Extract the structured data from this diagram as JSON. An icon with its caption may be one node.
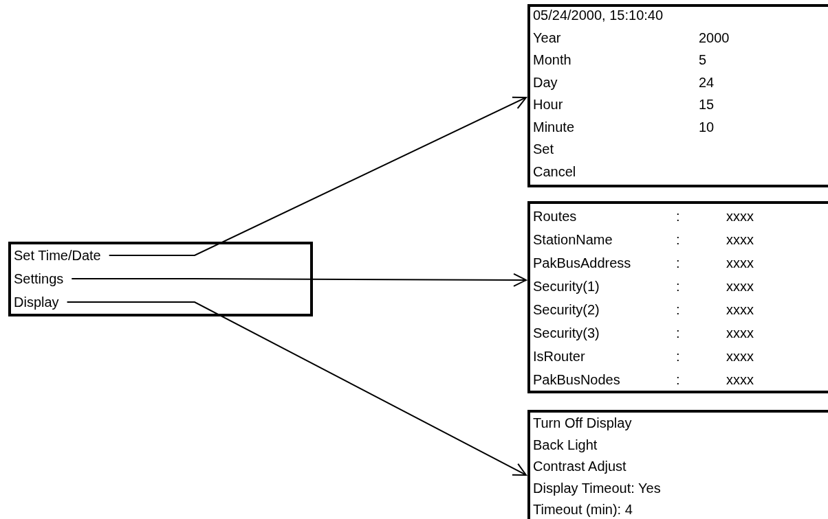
{
  "diagram": {
    "nodes": [
      {
        "text": [],
        "shape": "box"
      },
      {
        "text": [
          "Set Time/Date"
        ],
        "in": 0
      },
      {
        "text": [
          "Settings"
        ],
        "in": 0
      },
      {
        "text": [
          "Display"
        ],
        "in": 0
      },
      {
        "text": [
          "05/24/2000, 15:10:40",
          "Year",
          "2000",
          "Month",
          "5",
          "Day",
          "24",
          "Hour",
          "15",
          "Minute",
          "10",
          "Set",
          "Cancel"
        ]
      },
      {
        "text": [
          "Routes",
          ":",
          "xxxx",
          "StationName",
          ":",
          "xxxx",
          "PakBusAddress",
          ":",
          "xxxx",
          "Security(1)",
          ":",
          "xxxx",
          "Security(2)",
          ":",
          "xxxx",
          "Security(3)",
          ":",
          "xxxx",
          "IsRouter",
          ":",
          "xxxx",
          "PakBusNodes",
          ":",
          "xxxx"
        ]
      },
      {
        "text": [
          "Turn Off Display",
          "Back Light",
          "Contrast Adjust",
          "Display Timeout: Yes",
          "Timeout (min): 4"
        ]
      }
    ],
    "edges": [
      {
        "from": 1,
        "to": 4,
        "arrow": "to"
      },
      {
        "from": 2,
        "to": 5,
        "arrow": "to"
      },
      {
        "from": 3,
        "to": 6,
        "arrow": "to"
      }
    ]
  }
}
